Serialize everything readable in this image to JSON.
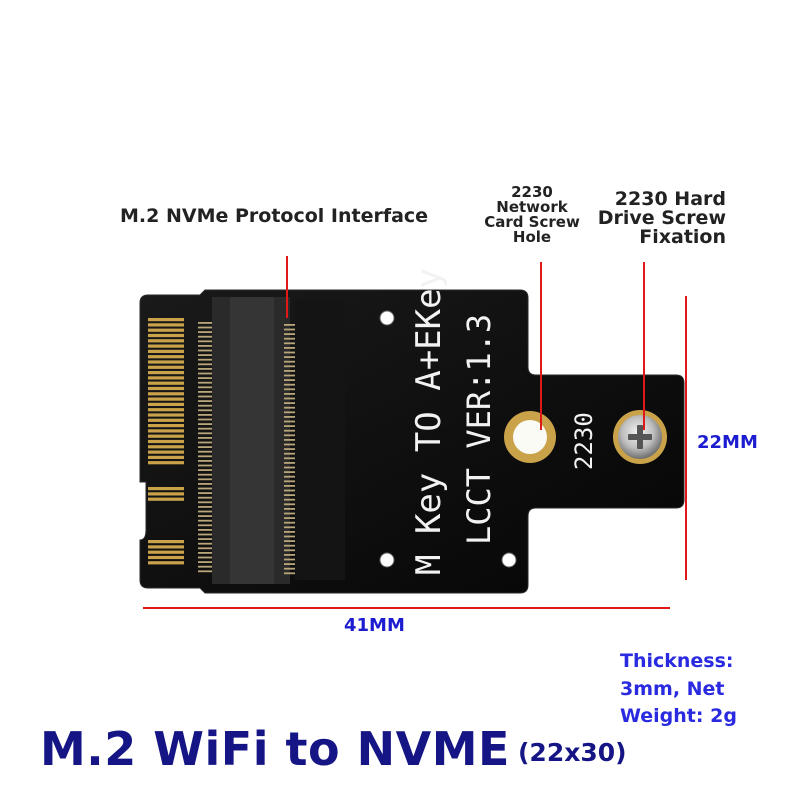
{
  "callouts": {
    "interface": "M.2 NVMe Protocol Interface",
    "network_hole": [
      "2230",
      "Network",
      "Card Screw",
      "Hole"
    ],
    "drive_fix": [
      "2230 Hard",
      "Drive Screw",
      "Fixation"
    ]
  },
  "silkscreen": {
    "line1": "M Key TO A+EKey",
    "line2": "LCCT VER:1.3",
    "size": "2230"
  },
  "dimensions": {
    "width": "41MM",
    "height": "22MM"
  },
  "specs": [
    "Thickness:",
    "3mm, Net",
    "Weight: 2g"
  ],
  "title": {
    "main": "M.2 WiFi to NVME",
    "sub": "(22x30)"
  },
  "colors": {
    "pcb": "#0d0d0d",
    "gold": "#c9a24a",
    "marker": "#e01818",
    "title": "#151585",
    "dimension_text": "#1c1cd0"
  }
}
